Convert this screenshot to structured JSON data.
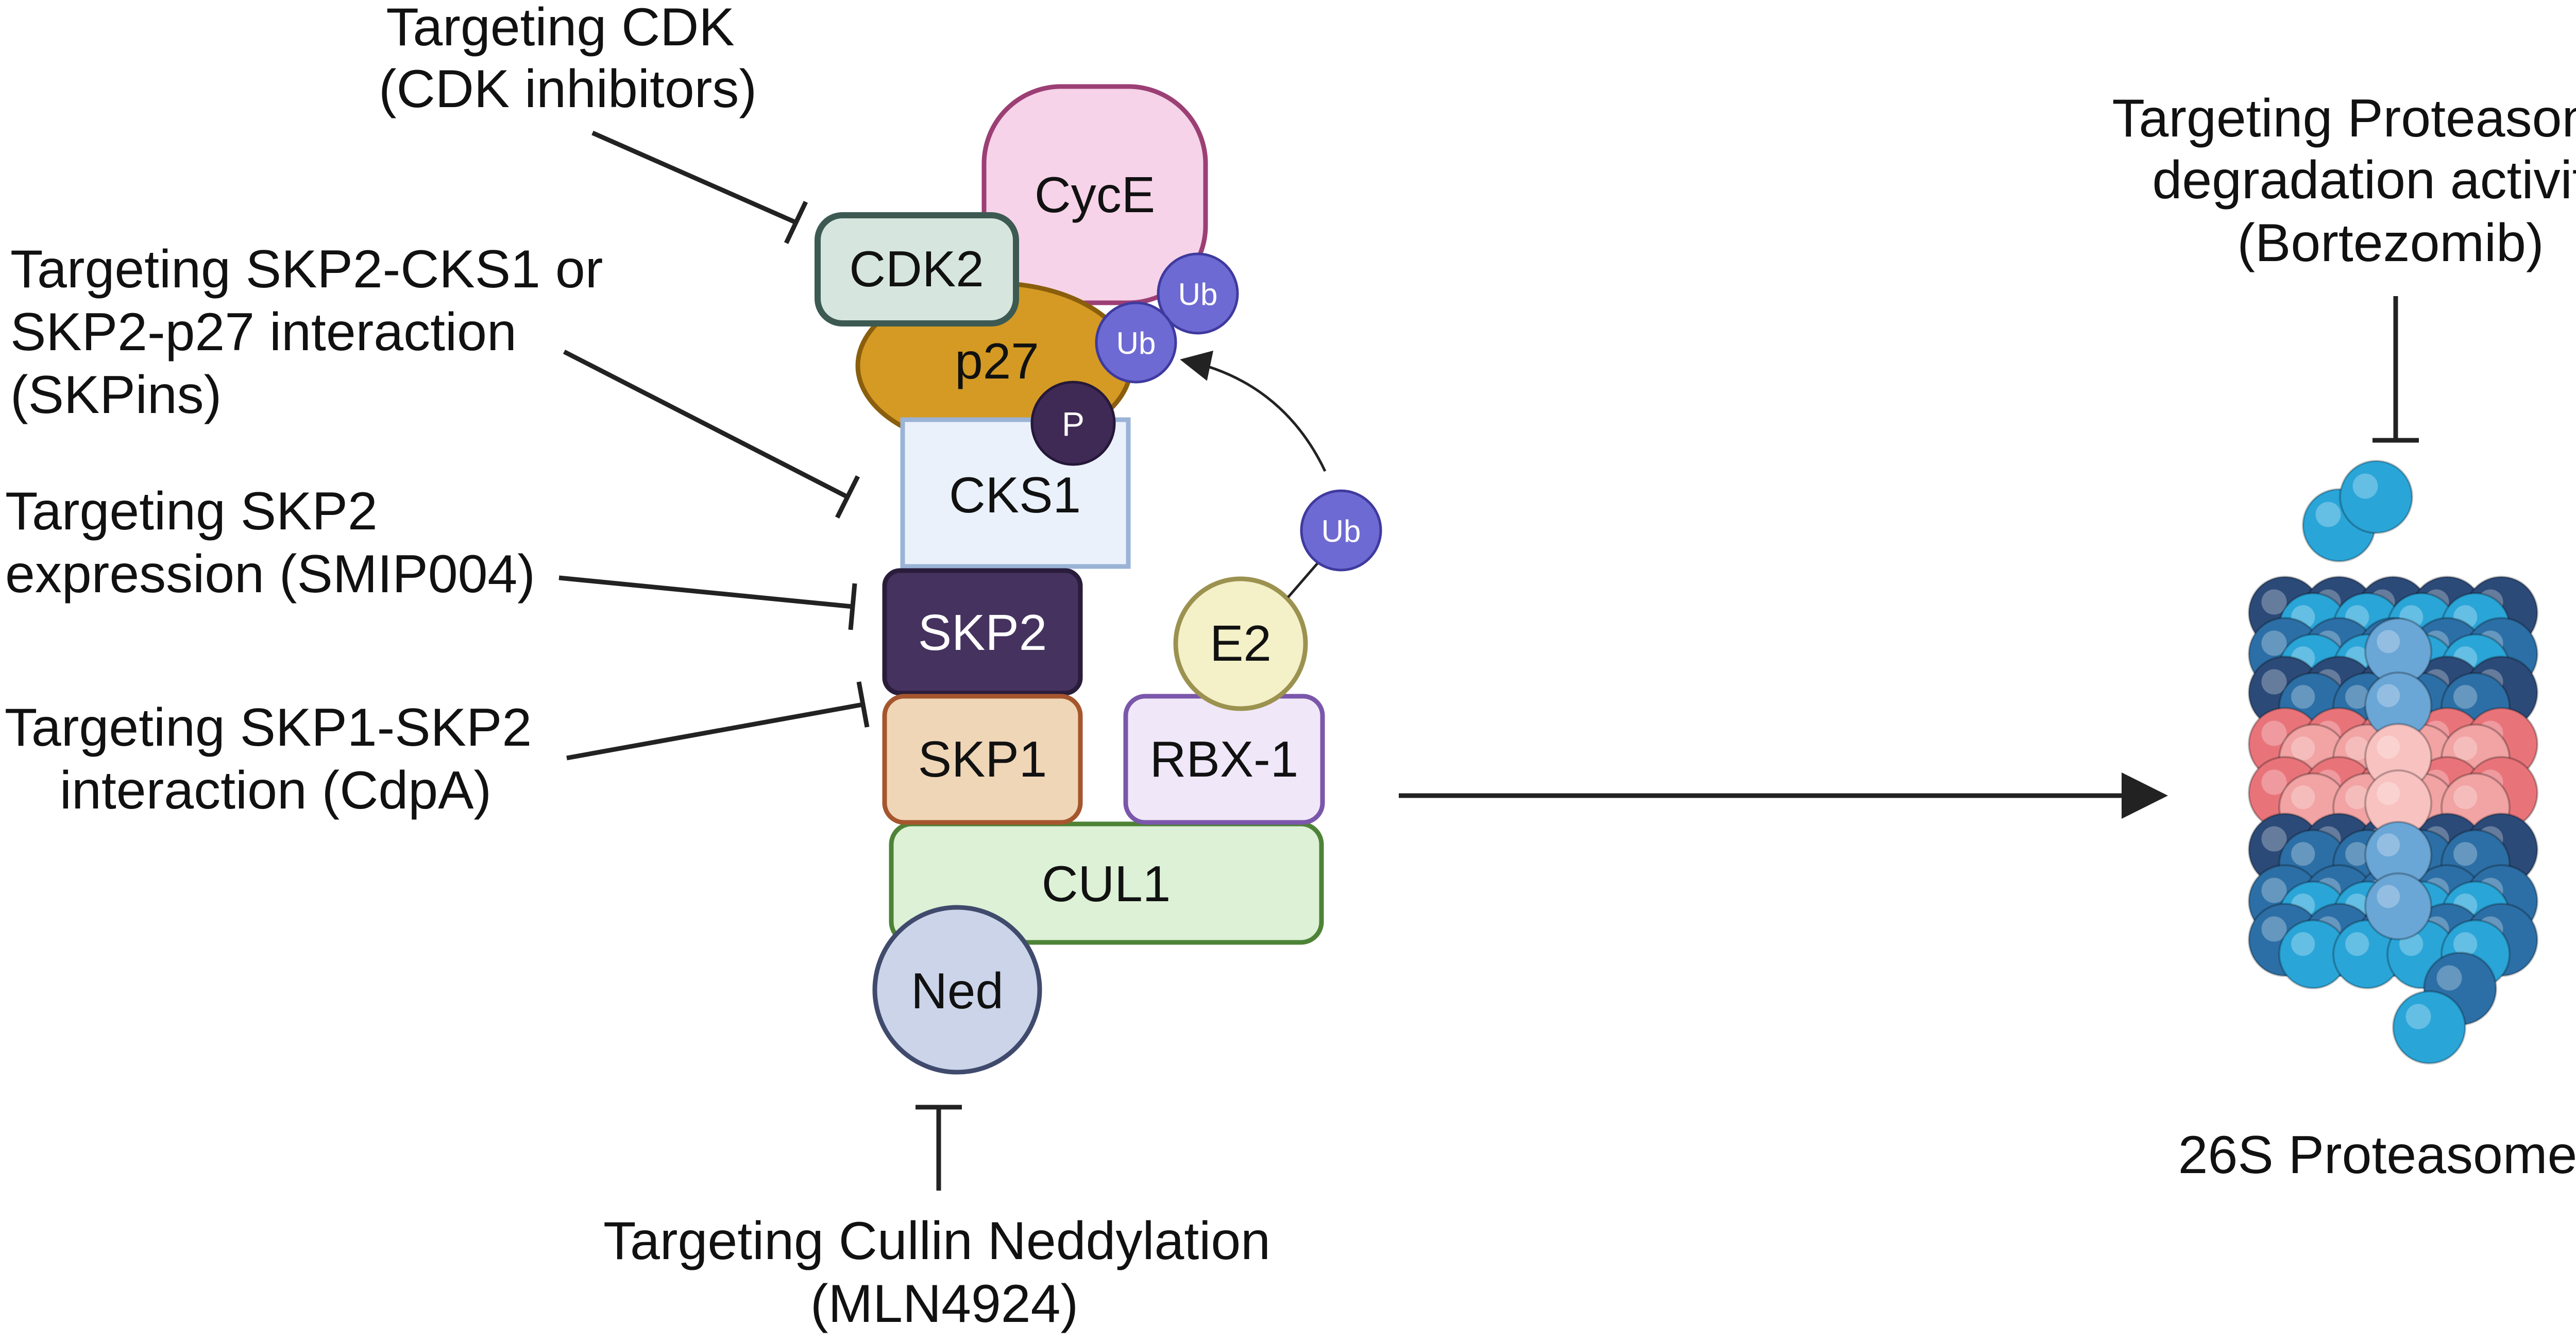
{
  "complex": {
    "cyce": "CycE",
    "cdk2": "CDK2",
    "p27": "p27",
    "ub": "Ub",
    "phospho": "P",
    "cks1": "CKS1",
    "skp2": "SKP2",
    "skp1": "SKP1",
    "e2": "E2",
    "rbx1": "RBX-1",
    "cul1": "CUL1",
    "ned": "Ned"
  },
  "inhibitors": {
    "cdk": [
      "Targeting CDK",
      "(CDK inhibitors)"
    ],
    "skp2_cks1": [
      "Targeting SKP2-CKS1 or",
      "SKP2-p27 interaction",
      "(SKPins)"
    ],
    "skp2_expr": [
      "Targeting SKP2",
      "expression (SMIP004)"
    ],
    "skp1_skp2": [
      "Targeting SKP1-SKP2",
      "interaction (CdpA)"
    ],
    "neddylation": [
      "Targeting Cullin Neddylation",
      "(MLN4924)"
    ],
    "proteasome": [
      "Targeting Proteasome-",
      "degradation activity",
      "(Bortezomib)"
    ]
  },
  "proteasome_label": "26S Proteasome",
  "colors": {
    "cyce_fill": "#f6d3e8",
    "cyce_stroke": "#9c3f75",
    "cdk2_fill": "#d6e6df",
    "cdk2_stroke": "#3d5a52",
    "p27_fill": "#d49a23",
    "p27_stroke": "#8a5e0c",
    "ub_fill": "#6e6ad3",
    "ub_stroke": "#3e3a9e",
    "phospho_fill": "#3f2a55",
    "cks1_fill": "#eaf1fb",
    "cks1_stroke": "#9ab3d6",
    "skp2_fill": "#45325e",
    "skp2_stroke": "#2a1c3b",
    "skp1_fill": "#efd6b7",
    "skp1_stroke": "#a5562d",
    "e2_fill": "#f4f0c8",
    "e2_stroke": "#9c9250",
    "rbx1_fill": "#f0e8f8",
    "rbx1_stroke": "#7b57ab",
    "cul1_fill": "#dcf1d6",
    "cul1_stroke": "#4e8336",
    "ned_fill": "#cbd4e9",
    "ned_stroke": "#404a6c",
    "proteasome_cyan": "#2aa5d8",
    "proteasome_blue": "#2c6fa6",
    "proteasome_navy": "#2c4a78",
    "proteasome_salmon": "#e8747a",
    "proteasome_pink": "#f2a3a3"
  }
}
